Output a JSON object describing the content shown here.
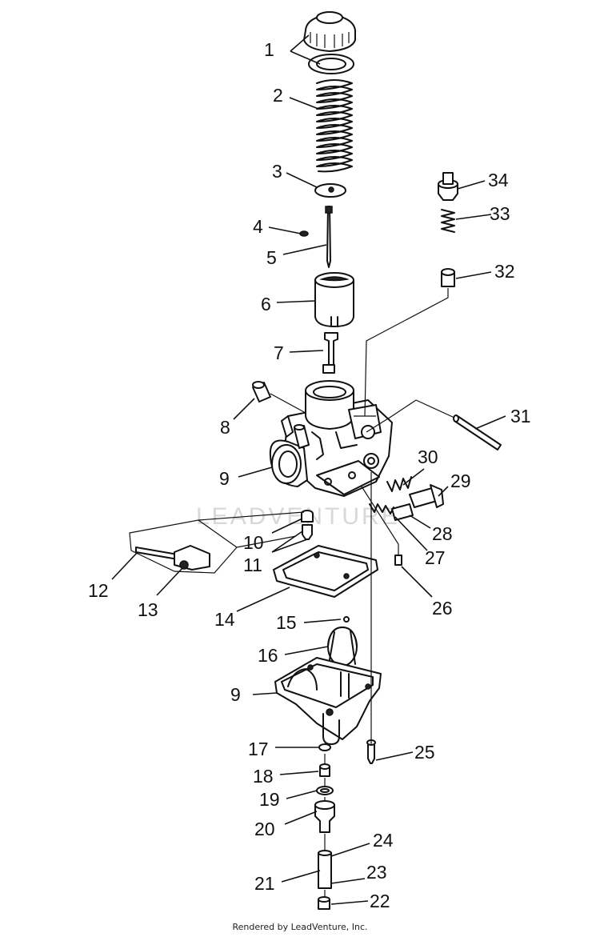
{
  "diagram": {
    "watermark": "LEADVENTURE",
    "callouts": {
      "c1": "1",
      "c2": "2",
      "c3": "3",
      "c4": "4",
      "c5": "5",
      "c6": "6",
      "c7": "7",
      "c8": "8",
      "c9a": "9",
      "c9b": "9",
      "c10": "10",
      "c11": "11",
      "c12": "12",
      "c13": "13",
      "c14": "14",
      "c15": "15",
      "c16": "16",
      "c17": "17",
      "c18": "18",
      "c19": "19",
      "c20": "20",
      "c21": "21",
      "c22": "22",
      "c23": "23",
      "c24": "24",
      "c25": "25",
      "c26": "26",
      "c27": "27",
      "c28": "28",
      "c29": "29",
      "c30": "30",
      "c31": "31",
      "c32": "32",
      "c33": "33",
      "c34": "34"
    }
  },
  "footer": {
    "text": "Rendered by LeadVenture, Inc."
  }
}
